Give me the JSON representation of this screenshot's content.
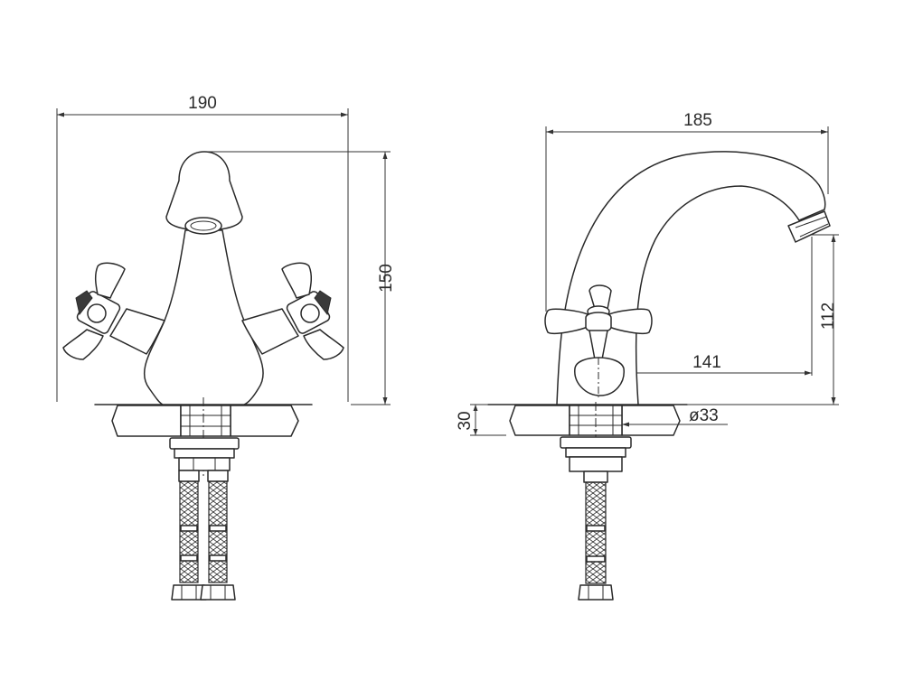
{
  "front_view": {
    "width_label": "190",
    "height_label": "150"
  },
  "side_view": {
    "reach_label": "185",
    "spout_height_label": "112",
    "handle_offset_label": "141",
    "deck_thickness_label": "30",
    "hole_diameter_label": "ø33"
  },
  "colors": {
    "line": "#2a2a2a",
    "background": "#ffffff"
  }
}
